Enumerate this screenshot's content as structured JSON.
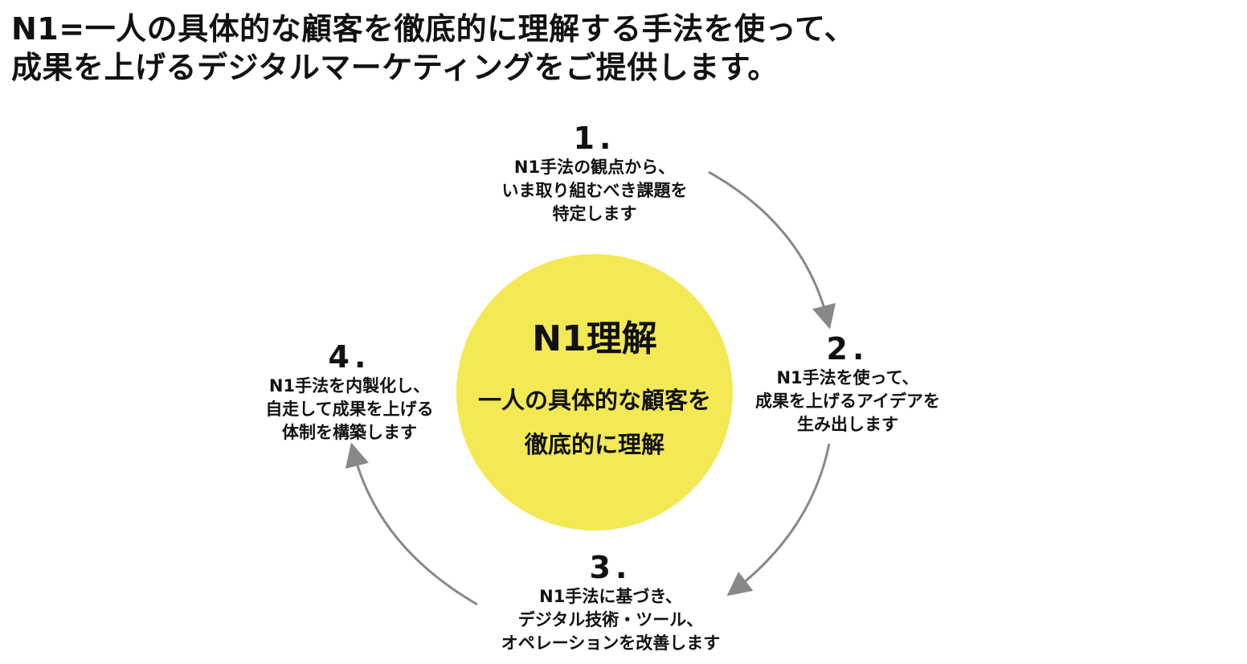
{
  "headline": {
    "line1": "N1=一人の具体的な顧客を徹底的に理解する手法を使って、",
    "line2": "成果を上げるデジタルマーケティングをご提供します。"
  },
  "center": {
    "title": "N1理解",
    "line1": "一人の具体的な顧客を",
    "line2": "徹底的に理解",
    "color": "#f2e955"
  },
  "steps": [
    {
      "number": "1.",
      "lines": [
        "N1手法の観点から、",
        "いま取り組むべき課題を",
        "特定します"
      ]
    },
    {
      "number": "2.",
      "lines": [
        "N1手法を使って、",
        "成果を上げるアイデアを",
        "生み出します"
      ]
    },
    {
      "number": "3.",
      "lines": [
        "N1手法に基づき、",
        "デジタル技術・ツール、",
        "オペレーションを改善します"
      ]
    },
    {
      "number": "4.",
      "lines": [
        "N1手法を内製化し、",
        "自走して成果を上げる",
        "体制を構築します"
      ]
    }
  ],
  "arrow_color": "#888888"
}
